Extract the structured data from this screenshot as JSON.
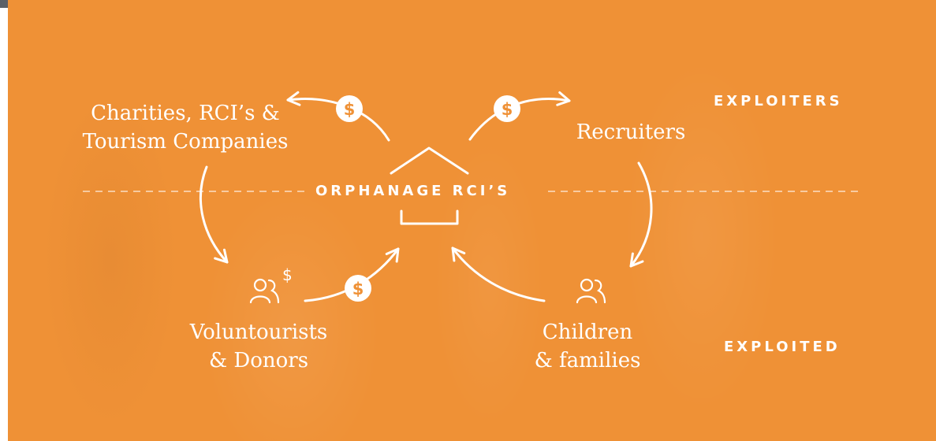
{
  "center": {
    "label": "ORPHANAGE RCI’S"
  },
  "categories": {
    "exploiters": "EXPLOITERS",
    "exploited": "EXPLOITED"
  },
  "nodes": {
    "charities": {
      "line1": "Charities, RCI’s &",
      "line2": "Tourism Companies"
    },
    "recruiters": {
      "line1": "Recruiters"
    },
    "voluntourists": {
      "line1": "Voluntourists",
      "line2": "& Donors"
    },
    "children": {
      "line1": "Children",
      "line2": "& families"
    }
  },
  "money_symbol": "$",
  "colors": {
    "background": "#ef9136",
    "foreground": "#ffffff",
    "coin_text": "#ef9136"
  },
  "icons": [
    "house-icon",
    "people-icon",
    "money-people-icon",
    "coin-icon",
    "arrow-icon"
  ]
}
